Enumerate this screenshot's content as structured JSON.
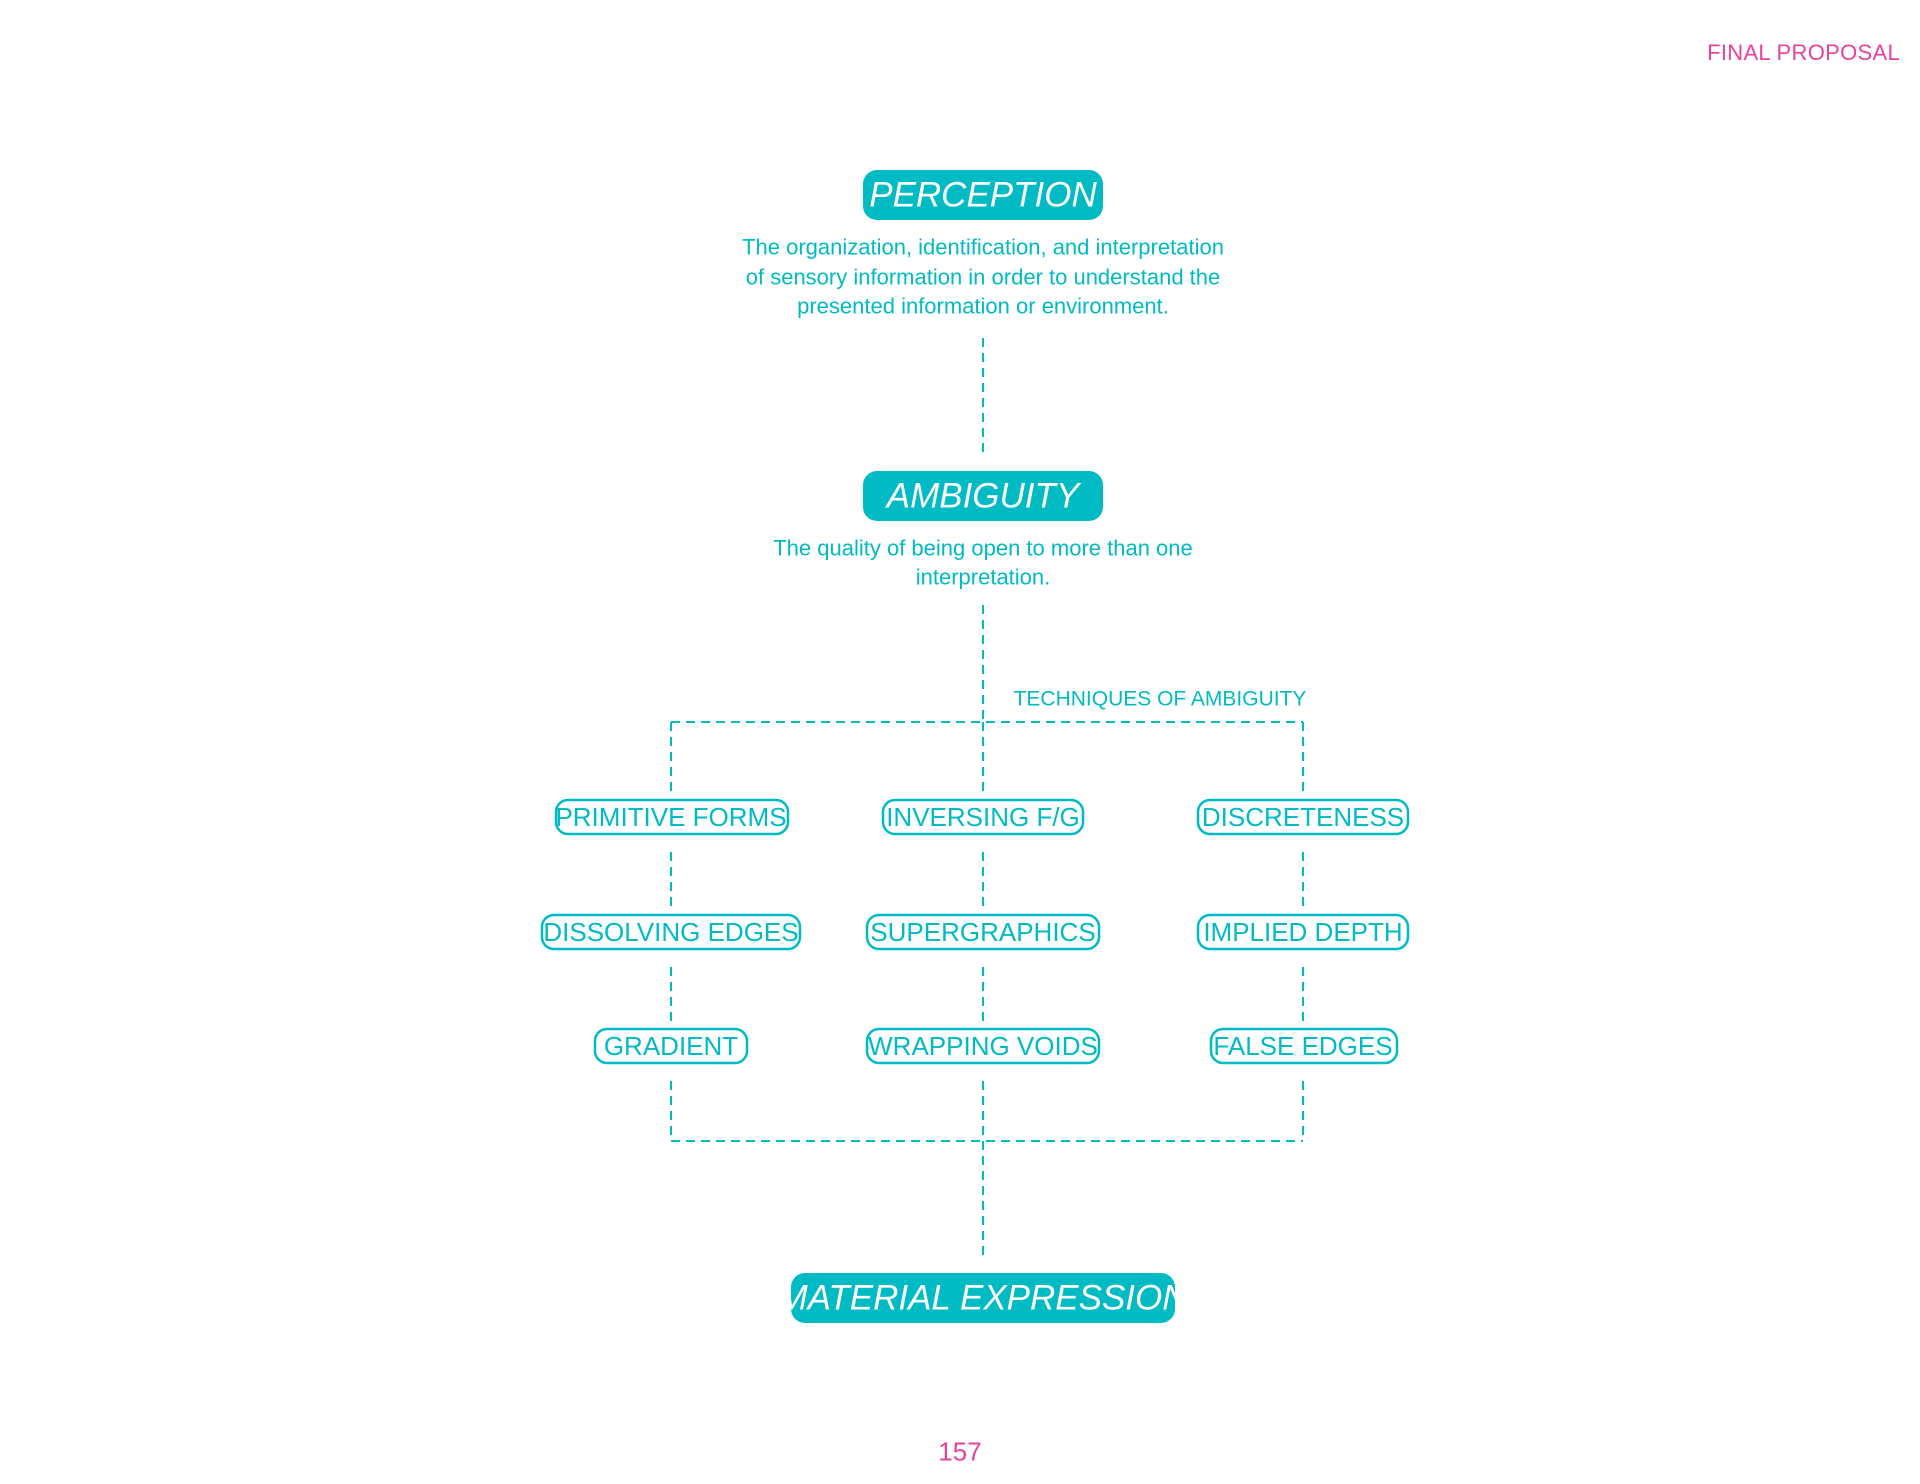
{
  "colors": {
    "accent": "#00bbc4",
    "pink": "#e8429a",
    "white": "#ffffff"
  },
  "header": {
    "section_label": "FINAL PROPOSAL"
  },
  "diagram": {
    "nodes": {
      "perception": {
        "title": "PERCEPTION",
        "description": [
          "The organization, identification, and interpretation",
          "of sensory information in order to understand the",
          "presented information or environment."
        ]
      },
      "ambiguity": {
        "title": "AMBIGUITY",
        "description": [
          "The quality of being open to more than one",
          "interpretation."
        ]
      },
      "material_expression": {
        "title": "MATERIAL EXPRESSION"
      }
    },
    "techniques_label": "TECHNIQUES OF AMBIGUITY",
    "technique_columns": [
      [
        "PRIMITIVE FORMS",
        "DISSOLVING EDGES",
        "GRADIENT"
      ],
      [
        "INVERSING F/G",
        "SUPERGRAPHICS",
        "WRAPPING VOIDS"
      ],
      [
        "DISCRETENESS",
        "IMPLIED DEPTH",
        "FALSE EDGES"
      ]
    ]
  },
  "footer": {
    "page_number": "157"
  }
}
